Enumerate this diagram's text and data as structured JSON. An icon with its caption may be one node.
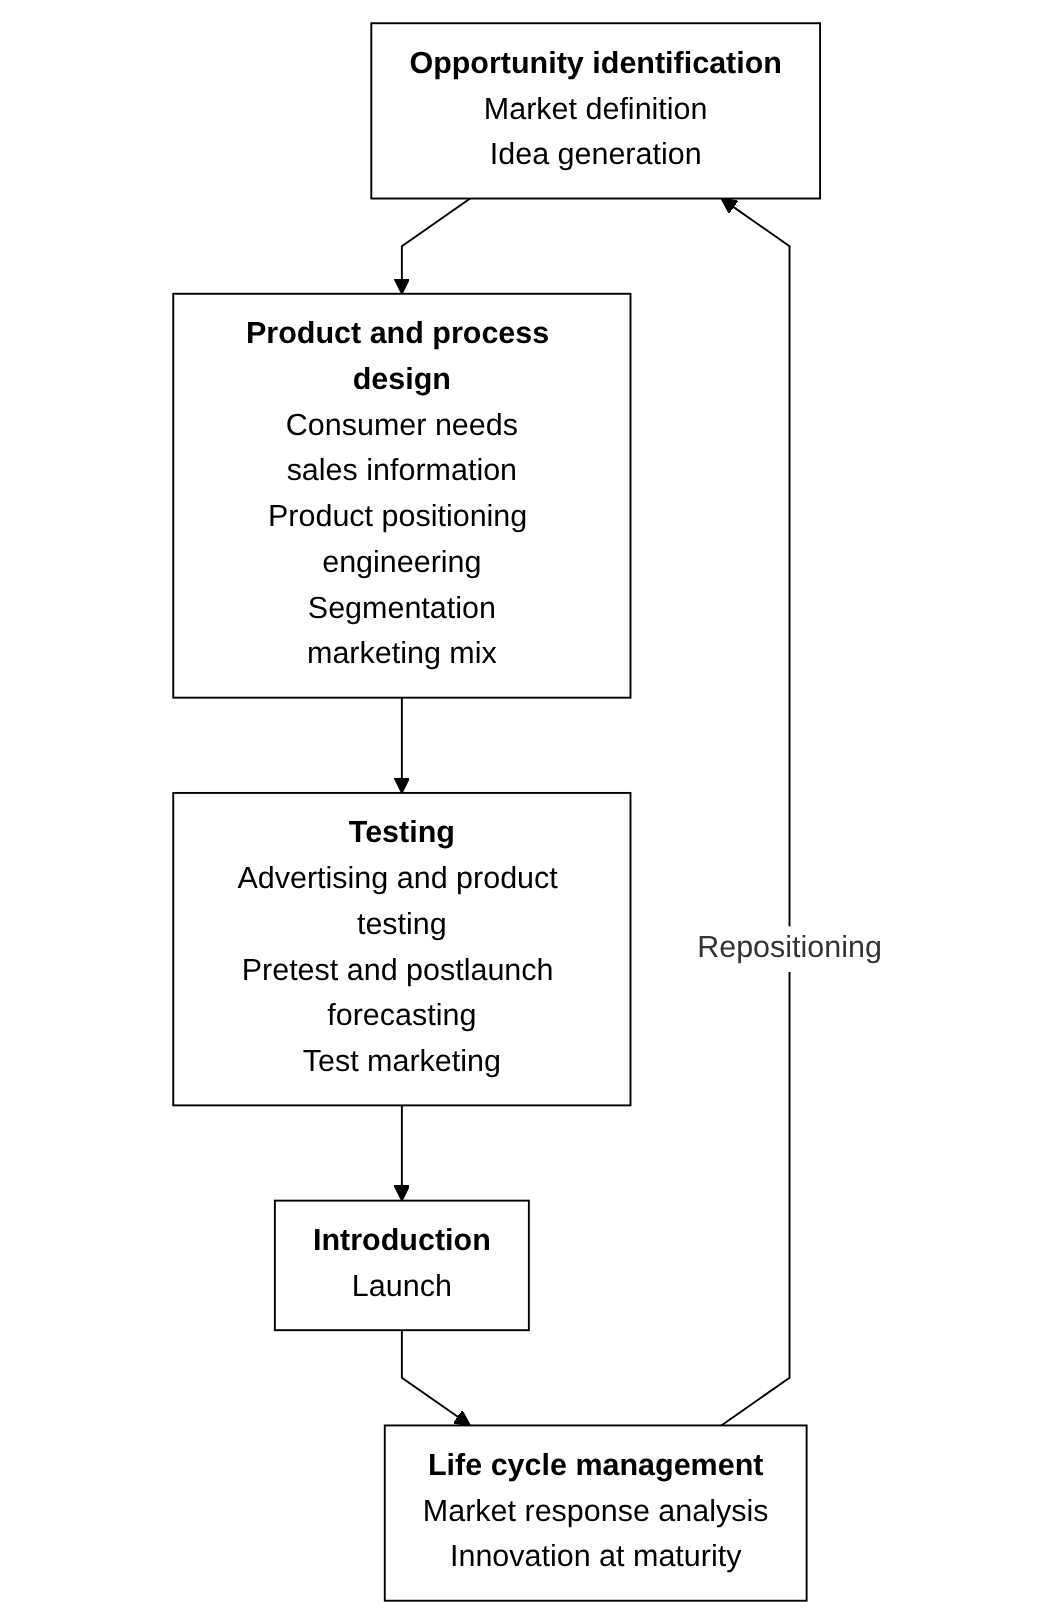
{
  "diagram": {
    "nodes": [
      {
        "text": [
          "Opportunity identification",
          "Market definition",
          "Idea generation"
        ]
      },
      {
        "text": [
          "Product and process design",
          "Consumer needs",
          "sales information",
          "Product positioning engineering",
          "Segmentation",
          "marketing mix"
        ]
      },
      {
        "text": [
          "Testing",
          "Advertising and product testing",
          "Pretest and postlaunch forecasting",
          "Test marketing"
        ]
      },
      {
        "text": [
          "Introduction",
          "Launch"
        ]
      },
      {
        "text": [
          "Life cycle management",
          "Market response analysis",
          "Innovation at maturity"
        ]
      }
    ],
    "edges": [
      {
        "from": 0,
        "to": 1,
        "arrow": "to"
      },
      {
        "from": 1,
        "to": 2,
        "arrow": "to"
      },
      {
        "from": 2,
        "to": 3,
        "arrow": "to"
      },
      {
        "from": 3,
        "to": 4,
        "arrow": "to"
      },
      {
        "from": 4,
        "to": 0,
        "arrow": "to",
        "label": "Repositioning"
      }
    ]
  }
}
